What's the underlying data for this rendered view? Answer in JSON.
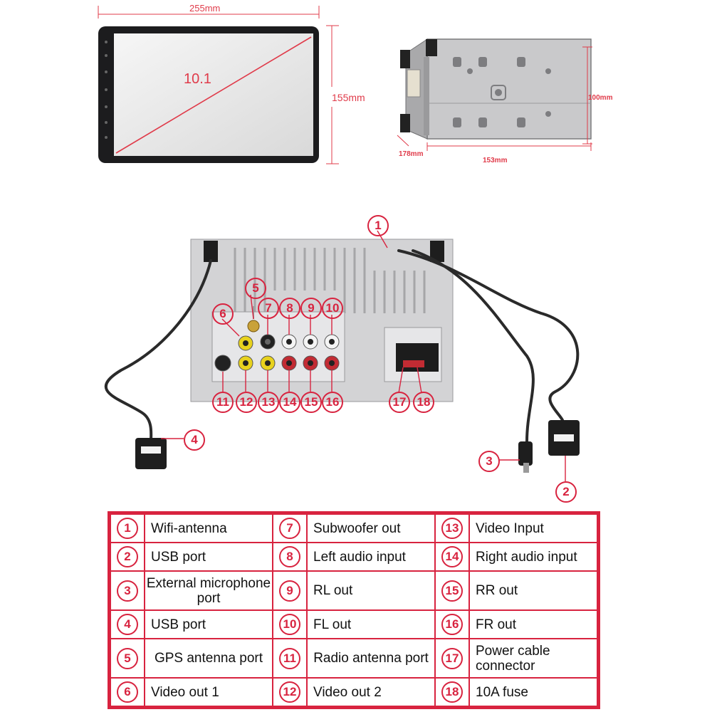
{
  "dimensions": {
    "front_width": "255mm",
    "front_height": "155mm",
    "screen_size": "10.1",
    "chassis_height": "100mm",
    "chassis_depth": "178mm",
    "chassis_width": "153mm"
  },
  "callouts": [
    "1",
    "2",
    "3",
    "4",
    "5",
    "6",
    "7",
    "8",
    "9",
    "10",
    "11",
    "12",
    "13",
    "14",
    "15",
    "16",
    "17",
    "18"
  ],
  "ports": [
    {
      "num": "1",
      "label": "Wifi-antenna"
    },
    {
      "num": "2",
      "label": "USB port"
    },
    {
      "num": "3",
      "label": "External microphone port"
    },
    {
      "num": "4",
      "label": "USB port"
    },
    {
      "num": "5",
      "label": "GPS antenna port"
    },
    {
      "num": "6",
      "label": "Video out 1"
    },
    {
      "num": "7",
      "label": "Subwoofer out"
    },
    {
      "num": "8",
      "label": "Left audio input"
    },
    {
      "num": "9",
      "label": "RL out"
    },
    {
      "num": "10",
      "label": "FL out"
    },
    {
      "num": "11",
      "label": "Radio antenna port"
    },
    {
      "num": "12",
      "label": "Video out 2"
    },
    {
      "num": "13",
      "label": "Video Input"
    },
    {
      "num": "14",
      "label": "Right audio input"
    },
    {
      "num": "15",
      "label": "RR out"
    },
    {
      "num": "16",
      "label": "FR out"
    },
    {
      "num": "17",
      "label": "Power cable connector"
    },
    {
      "num": "18",
      "label": "10A fuse"
    }
  ],
  "colors": {
    "accent": "#d8233f",
    "dimension": "#e03b4a"
  }
}
